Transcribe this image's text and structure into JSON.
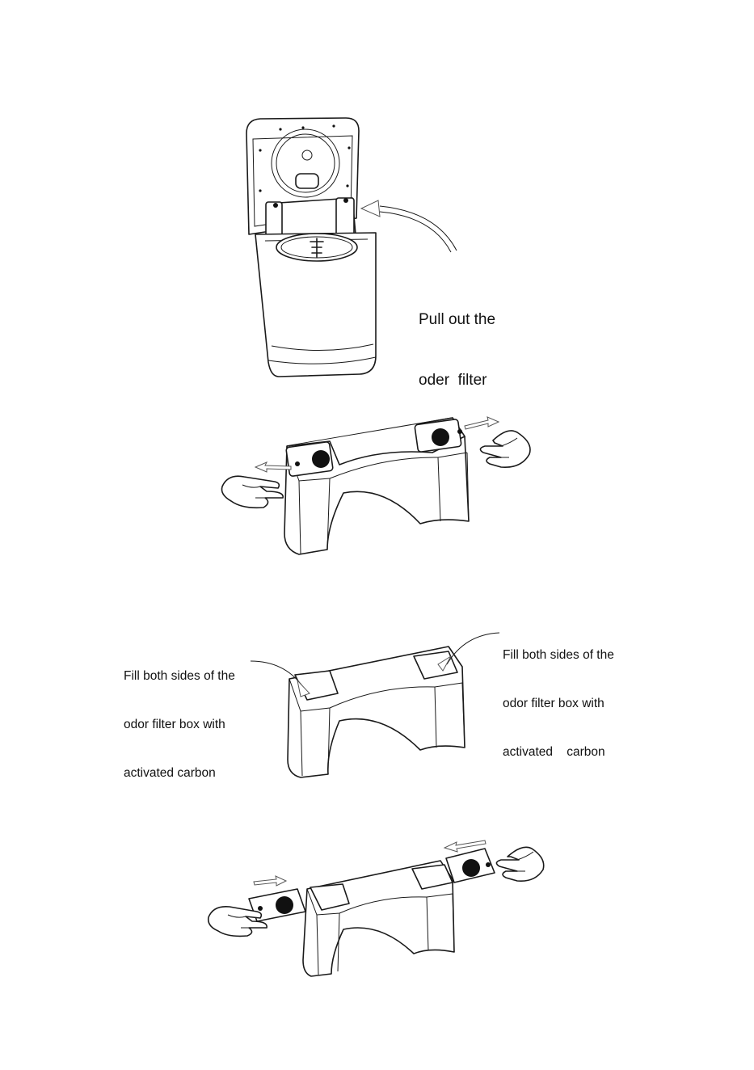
{
  "steps": [
    {
      "illustration": "appliance-open-lid",
      "captions": [
        "Pull out the",
        "oder  filter"
      ]
    },
    {
      "illustration": "filter-box-caps-removed",
      "icons": [
        "left-hand-icon",
        "right-hand-icon"
      ]
    },
    {
      "illustration": "filter-box-filling",
      "left_caption": [
        "Fill both sides of the",
        "odor filter box with",
        "activated carbon"
      ],
      "right_caption": [
        "Fill both sides of the",
        "odor filter box with",
        "activated    carbon"
      ]
    },
    {
      "illustration": "filter-box-caps-inserted",
      "icons": [
        "left-hand-icon",
        "right-hand-icon"
      ]
    }
  ]
}
